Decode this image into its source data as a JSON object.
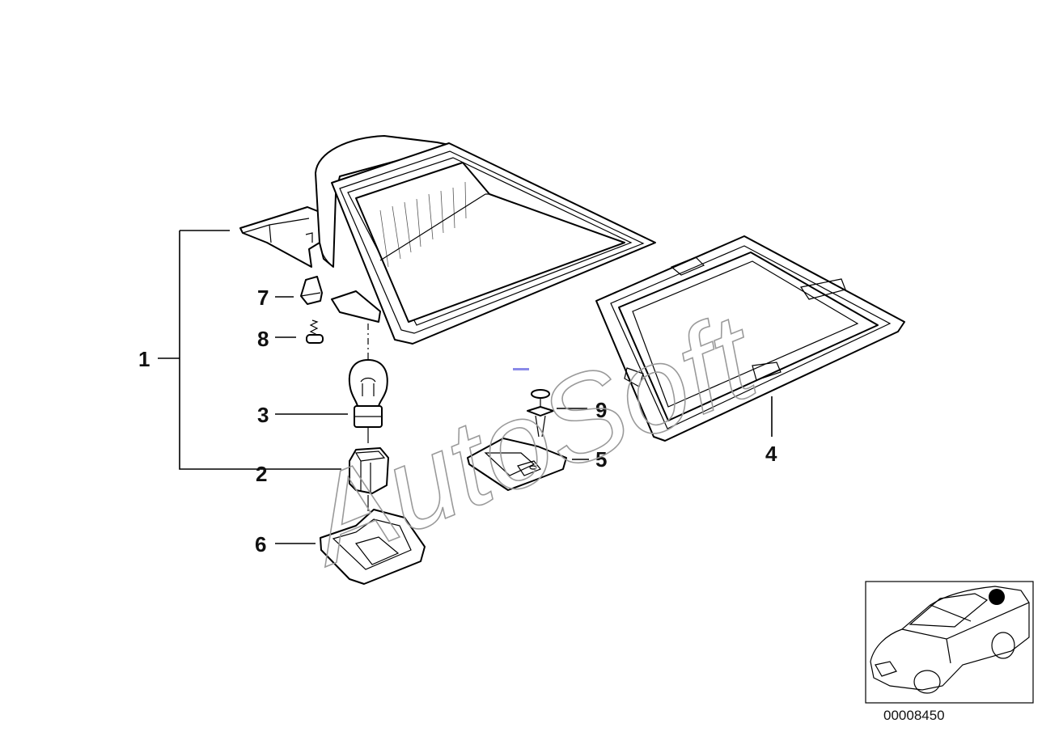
{
  "diagram": {
    "callouts": [
      "1",
      "2",
      "3",
      "4",
      "5",
      "6",
      "7",
      "8",
      "9"
    ],
    "watermark": "AutoSoft",
    "diagram_number": "00008450",
    "inset_icon": "car-location-icon"
  },
  "colors": {
    "line": "#000000",
    "watermark": "#9a9a9a",
    "marker": "#000000"
  }
}
